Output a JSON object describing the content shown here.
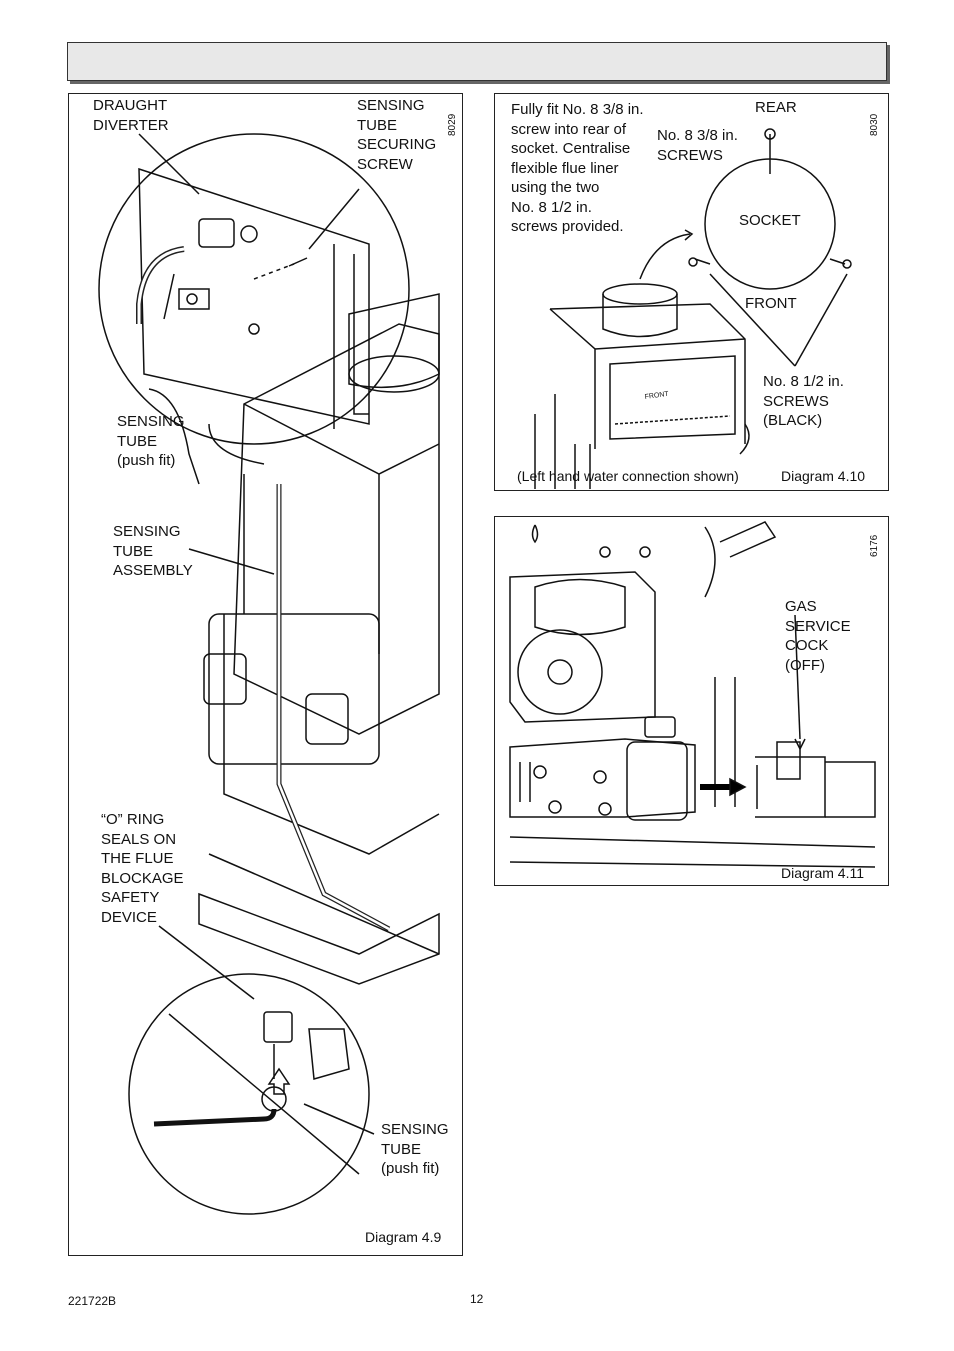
{
  "diagram_4_9": {
    "caption": "Diagram 4.9",
    "ref": "8029",
    "labels": {
      "draught_diverter": "DRAUGHT\nDIVERTER",
      "sensing_tube_securing_screw": "SENSING\nTUBE\nSECURING\nSCREW",
      "sensing_tube_push_fit_top": "SENSING\nTUBE\n(push fit)",
      "sensing_tube_assembly": "SENSING\nTUBE\nASSEMBLY",
      "o_ring_seals": "“O” RING\nSEALS ON\nTHE FLUE\nBLOCKAGE\nSAFETY\nDEVICE",
      "sensing_tube_push_fit_bottom": "SENSING\nTUBE\n(push fit)"
    }
  },
  "diagram_4_10": {
    "caption": "Diagram 4.10",
    "ref": "8030",
    "instruction": "Fully fit No. 8 3/8 in.\nscrew into rear of\nsocket. Centralise\nflexible flue liner\nusing the two\nNo. 8 1/2 in.\nscrews provided.",
    "rear": "REAR",
    "screws_3_8": "No. 8 3/8 in.\nSCREWS",
    "socket": "SOCKET",
    "front": "FRONT",
    "screws_1_2": "No. 8 1/2 in.\nSCREWS\n(BLACK)",
    "note": "(Left hand water connection shown)"
  },
  "diagram_4_11": {
    "caption": "Diagram 4.11",
    "ref": "6176",
    "gas_service_cock": "GAS\nSERVICE\nCOCK\n(OFF)"
  },
  "footer": {
    "doc_number": "221722B",
    "page_number": "12"
  }
}
